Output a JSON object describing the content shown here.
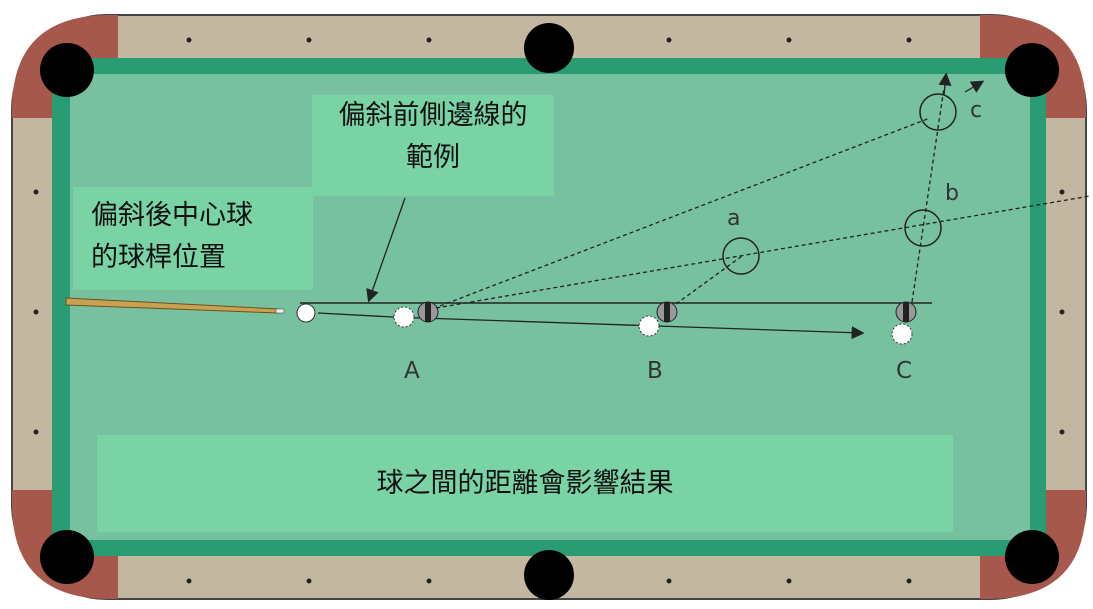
{
  "labels": {
    "front_side_example": [
      "偏斜前側邊線的",
      "範例"
    ],
    "back_center_cue": [
      "偏斜後中心球",
      "的球桿位置"
    ],
    "distance_effect": "球之間的距離會影響結果"
  },
  "position_labels": [
    "A",
    "B",
    "C"
  ],
  "path_labels": [
    "a",
    "b",
    "c"
  ],
  "colors": {
    "felt": "#78c1a0",
    "cushion": "#2a9c74",
    "rail_wood": "#c4b7a1",
    "corner": "#a5584b",
    "label_bg": "#79d3a5",
    "pocket": "#000000"
  },
  "icons": [
    "cue-stick-icon",
    "cue-ball-icon",
    "object-ball-icon",
    "arrow-icon",
    "pocket-icon",
    "diamond-icon"
  ]
}
